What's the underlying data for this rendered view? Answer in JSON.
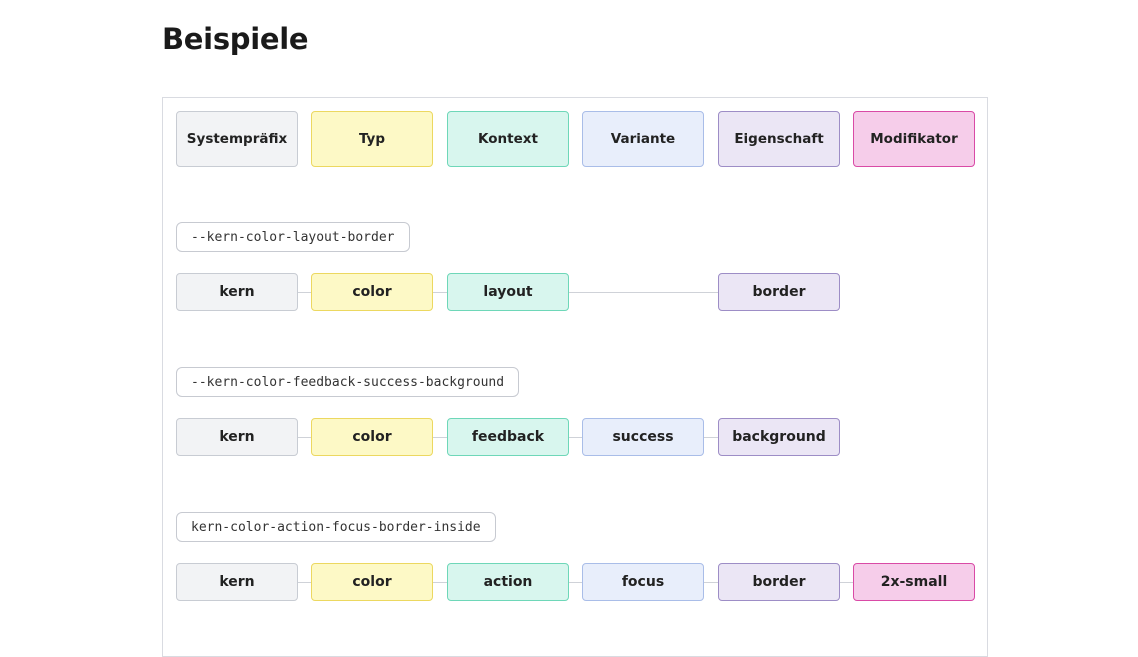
{
  "page": {
    "title": "Beispiele"
  },
  "legend": [
    "Systempräfix",
    "Typ",
    "Kontext",
    "Variante",
    "Eigenschaft",
    "Modifikator"
  ],
  "examples": [
    {
      "token": "--kern-color-layout-border",
      "parts": [
        "kern",
        "color",
        "layout",
        "border"
      ]
    },
    {
      "token": "--kern-color-feedback-success-background",
      "parts": [
        "kern",
        "color",
        "feedback",
        "success",
        "background"
      ]
    },
    {
      "token": "kern-color-action-focus-border-inside",
      "parts": [
        "kern",
        "color",
        "action",
        "focus",
        "border",
        "2x-small"
      ]
    }
  ],
  "colors": {
    "systempraefix": "#f2f3f5",
    "typ": "#fdf9c6",
    "kontext": "#d8f6ee",
    "variante": "#e8eefb",
    "eigenschaft": "#ebe6f5",
    "modifikator": "#f6cdea"
  }
}
